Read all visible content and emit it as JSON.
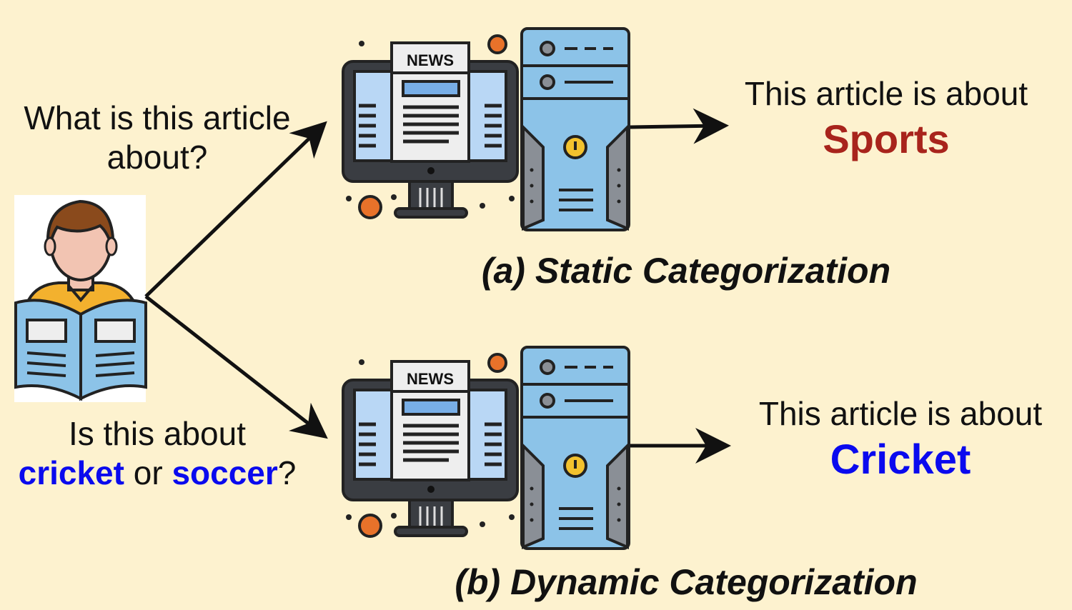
{
  "question_top": {
    "line1": "What is this article",
    "line2": "about?"
  },
  "question_bottom": {
    "line1": "Is this about",
    "word1": "cricket",
    "connector": " or ",
    "word2": "soccer",
    "end": "?"
  },
  "static": {
    "answer_line": "This article is about",
    "answer": "Sports",
    "caption": "(a) Static Categorization"
  },
  "dynamic": {
    "answer_line": "This article is about",
    "answer": "Cricket",
    "caption": "(b) Dynamic Categorization"
  },
  "news_label": "NEWS",
  "colors": {
    "background": "#fdf2cf",
    "sports": "#a8241c",
    "cricket": "#0a0aee",
    "soccer": "#0a0aee",
    "server_blue": "#8cc3e8",
    "accent_orange": "#e8722a",
    "power_yellow": "#f3c22e"
  }
}
